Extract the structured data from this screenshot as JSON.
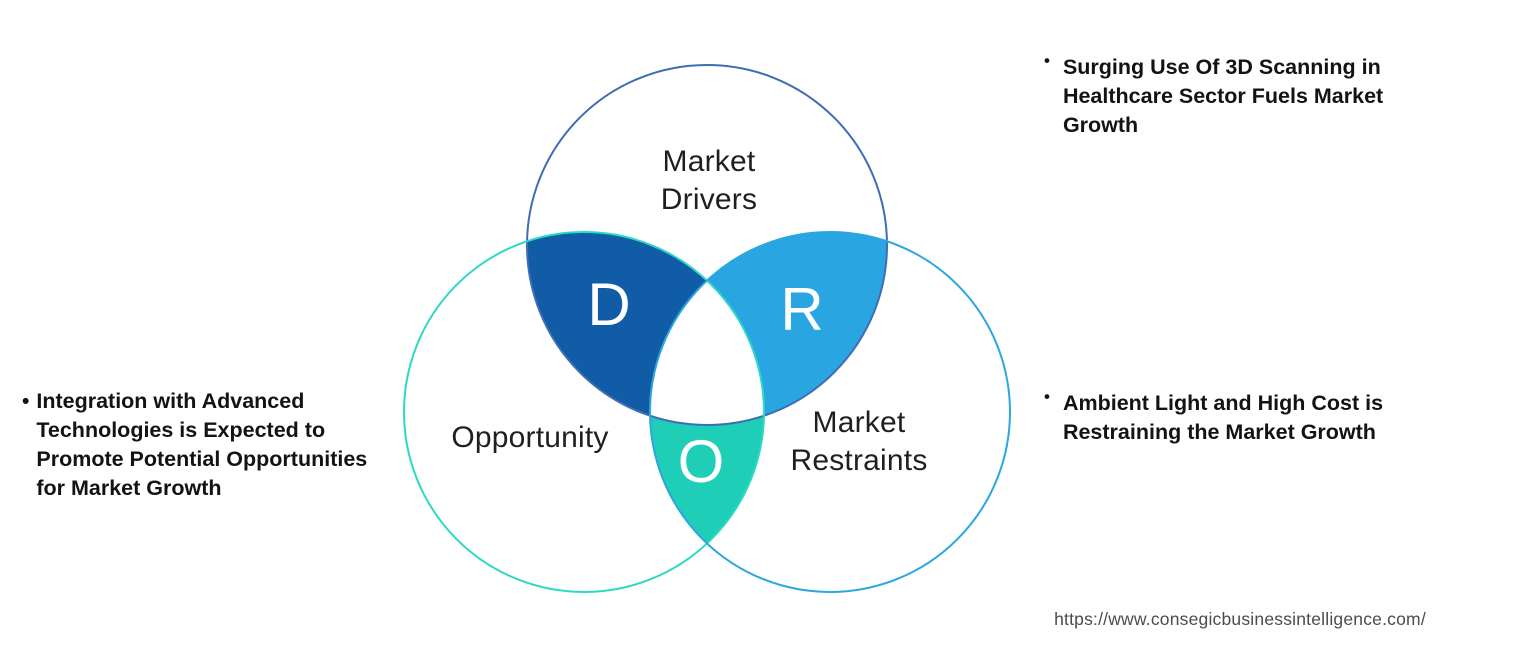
{
  "venn": {
    "drivers_label": "Market\nDrivers",
    "opportunity_label": "Opportunity",
    "restraints_label": "Market\nRestraints",
    "drivers_letter": "D",
    "restraints_letter": "R",
    "opportunity_letter": "O"
  },
  "bullets": {
    "marker": "•",
    "left": "Integration with Advanced\nTechnologies is Expected to\nPromote Potential Opportunities\nfor Market Growth",
    "top_right": "Surging Use Of 3D Scanning in\nHealthcare Sector Fuels Market\nGrowth",
    "bottom_right": "Ambient Light and High Cost is\nRestraining the Market Growth"
  },
  "footer": {
    "url": "https://www.consegicbusinessintelligence.com/"
  },
  "colors": {
    "drivers_stroke": "#3e6db5",
    "opportunity_stroke": "#2dd8c5",
    "restraints_stroke": "#2ba6e0",
    "drivers_overlap_fill": "#115ca6",
    "restraints_overlap_fill": "#29a6e2",
    "opportunity_overlap_fill": "#1fceb6",
    "center_fill": "#ffffff"
  }
}
